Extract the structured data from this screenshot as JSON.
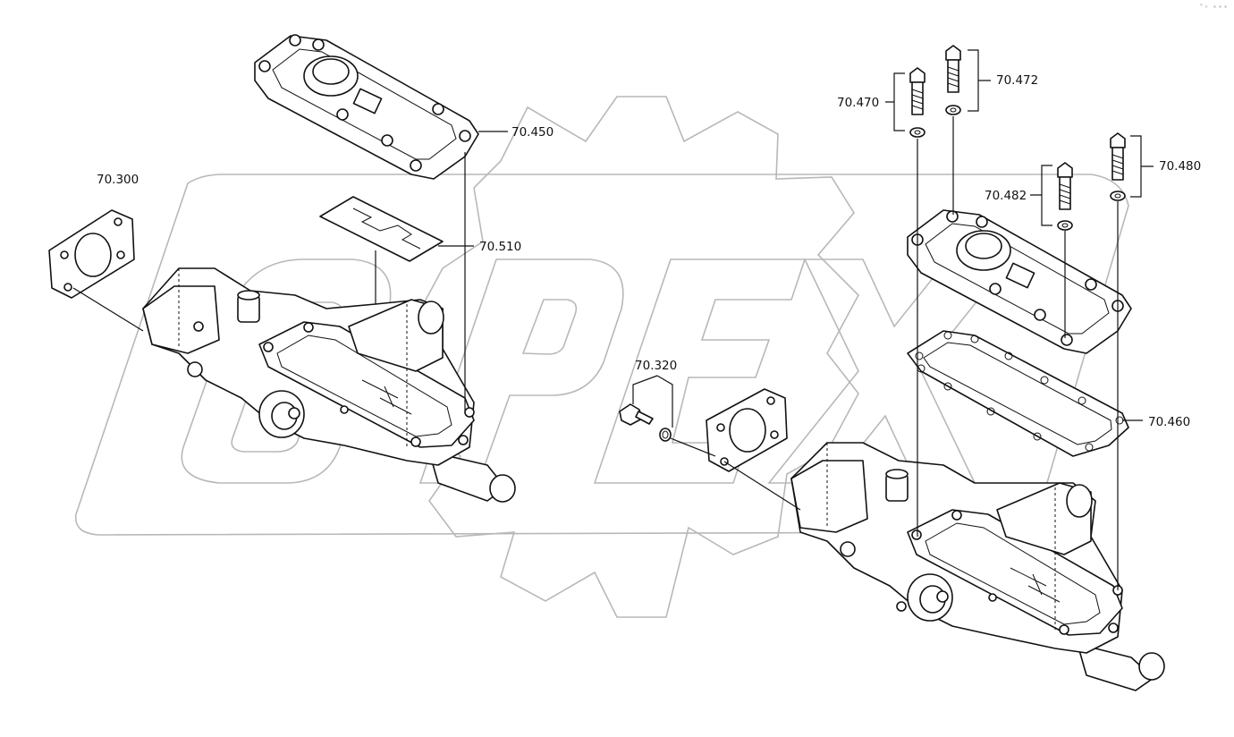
{
  "watermark": {
    "brand": "OPEX",
    "color": "#b8b8b8"
  },
  "corner_mark": "°∘ ∙∙∙",
  "callouts": {
    "c70300": "70.300",
    "c70450": "70.450",
    "c70510": "70.510",
    "c70320": "70.320",
    "c70470": "70.470",
    "c70472": "70.472",
    "c70482": "70.482",
    "c70480": "70.480",
    "c70460": "70.460"
  }
}
